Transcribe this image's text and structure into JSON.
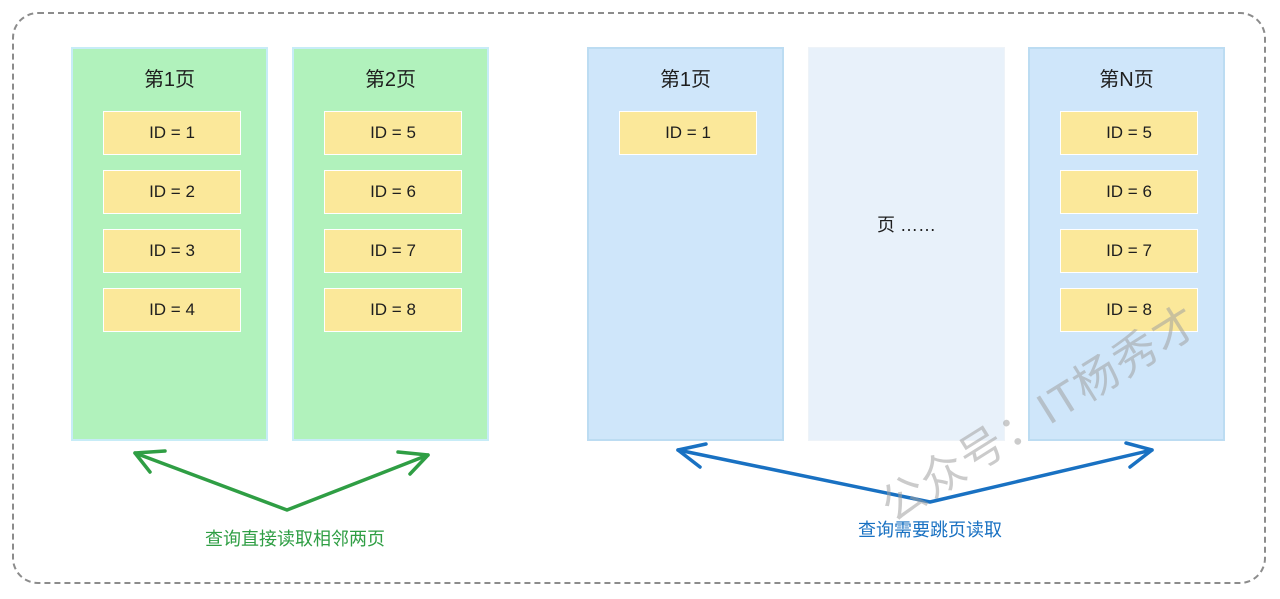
{
  "left_group": {
    "pages": [
      {
        "title": "第1页",
        "cells": [
          "ID = 1",
          "ID = 2",
          "ID = 3",
          "ID = 4"
        ]
      },
      {
        "title": "第2页",
        "cells": [
          "ID = 5",
          "ID = 6",
          "ID = 7",
          "ID = 8"
        ]
      }
    ],
    "caption": "查询直接读取相邻两页"
  },
  "right_group": {
    "first_page": {
      "title": "第1页",
      "cells": [
        "ID = 1"
      ]
    },
    "middle_page": {
      "label": "页 ……"
    },
    "last_page": {
      "title": "第N页",
      "cells": [
        "ID = 5",
        "ID = 6",
        "ID = 7",
        "ID = 8"
      ]
    },
    "caption": "查询需要跳页读取"
  },
  "watermark": "公众号：IT杨秀才",
  "colors": {
    "green_arrow": "#2f9e44",
    "blue_arrow": "#1971c2",
    "cell_fill": "#fbe89a",
    "green_page": "#b1f2bc",
    "blue_page": "#cfe6fa"
  }
}
